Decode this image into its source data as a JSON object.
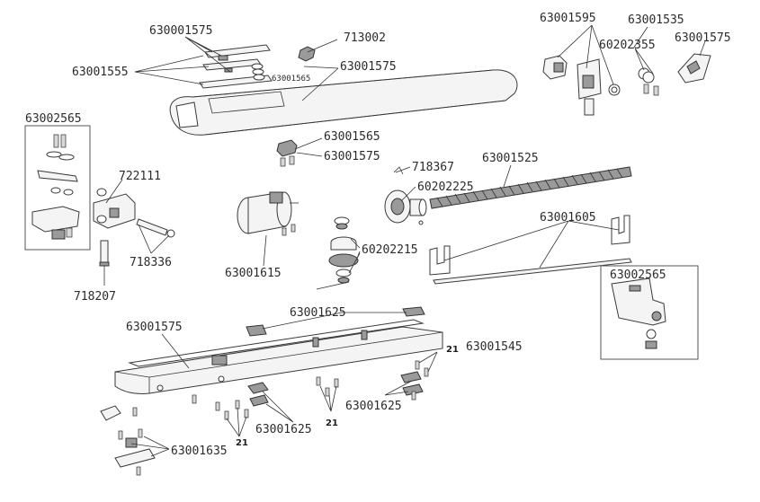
{
  "labels": {
    "p630001575_top": "630001575",
    "p713002": "713002",
    "p63001555": "63001555",
    "p63001575_cover": "63001575",
    "p63001565_small": "63001565",
    "p63002565_left": "63002565",
    "p722111": "722111",
    "p718336": "718336",
    "p718207": "718207",
    "p63001565_mid": "63001565",
    "p63001575_mid": "63001575",
    "p718367": "718367",
    "p63001525": "63001525",
    "p60202225": "60202225",
    "p63001615": "63001615",
    "p60202215": "60202215",
    "p63001595": "63001595",
    "p63001535": "63001535",
    "p60202355": "60202355",
    "p63001575_key": "63001575",
    "p63001605": "63001605",
    "p63002565_right": "63002565",
    "p63001625_top": "63001625",
    "p63001575_base": "63001575",
    "p21_right": "21",
    "p63001545": "63001545",
    "p63001625_right": "63001625",
    "p63001625_bottom": "63001625",
    "p21_mid": "21",
    "p21_left": "21",
    "p63001635": "63001635"
  }
}
